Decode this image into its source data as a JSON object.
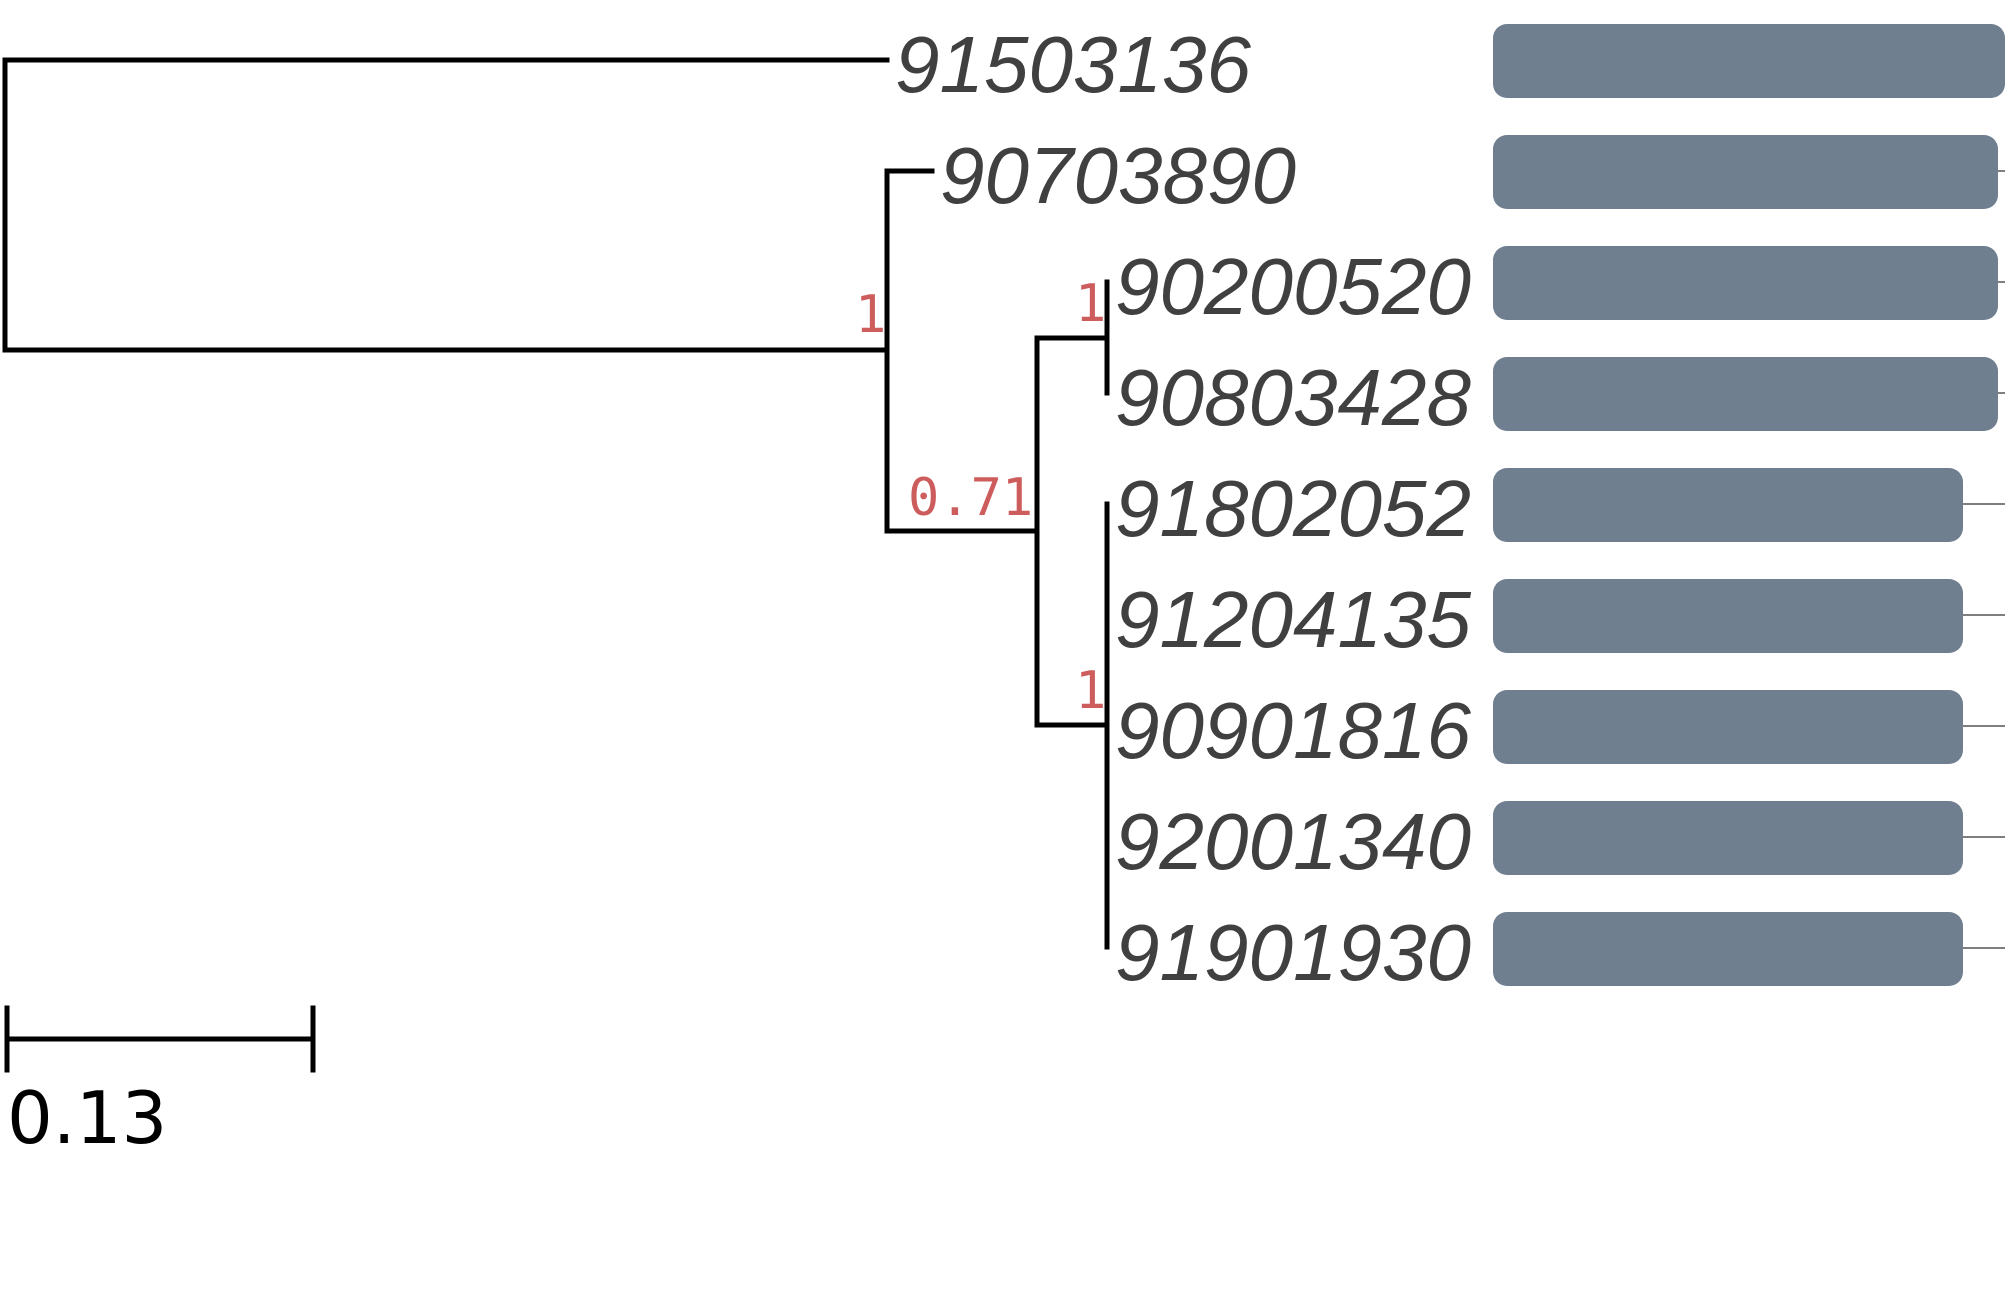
{
  "leaves": [
    {
      "label": "91503136"
    },
    {
      "label": "90703890"
    },
    {
      "label": "90200520"
    },
    {
      "label": "90803428"
    },
    {
      "label": "91802052"
    },
    {
      "label": "91204135"
    },
    {
      "label": "90901816"
    },
    {
      "label": "92001340"
    },
    {
      "label": "91901930"
    }
  ],
  "support_values": [
    "1",
    "1",
    "0.71",
    "1"
  ],
  "scale_bar": {
    "label": "0.13"
  },
  "colors": {
    "branch": "#000000",
    "label": "#404040",
    "support": "#cd5c5c",
    "domain": "#6f7f8f"
  }
}
